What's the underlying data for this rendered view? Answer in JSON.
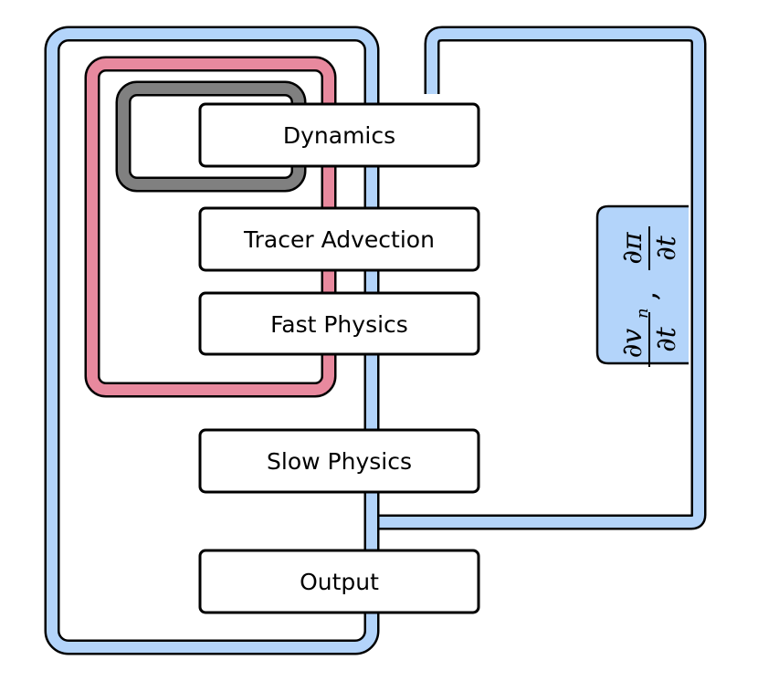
{
  "diagram": {
    "boxes": [
      {
        "id": "dynamics",
        "label": "Dynamics"
      },
      {
        "id": "tracer-advection",
        "label": "Tracer Advection"
      },
      {
        "id": "fast-physics",
        "label": "Fast Physics"
      },
      {
        "id": "slow-physics",
        "label": "Slow Physics"
      },
      {
        "id": "output",
        "label": "Output"
      }
    ],
    "loops": [
      {
        "id": "outer-loop",
        "color": "#b3d4fa"
      },
      {
        "id": "middle-loop",
        "color": "#e8899e"
      },
      {
        "id": "inner-loop",
        "color": "#808080"
      },
      {
        "id": "tendency-loop",
        "color": "#b3d4fa"
      }
    ],
    "tendency_tag": {
      "color": "#b3d4fa",
      "term1": {
        "numerator_symbol": "∂v",
        "subscript": "n",
        "denominator": "∂t"
      },
      "separator": ",",
      "term2": {
        "numerator": "∂π",
        "denominator": "∂t"
      }
    }
  }
}
